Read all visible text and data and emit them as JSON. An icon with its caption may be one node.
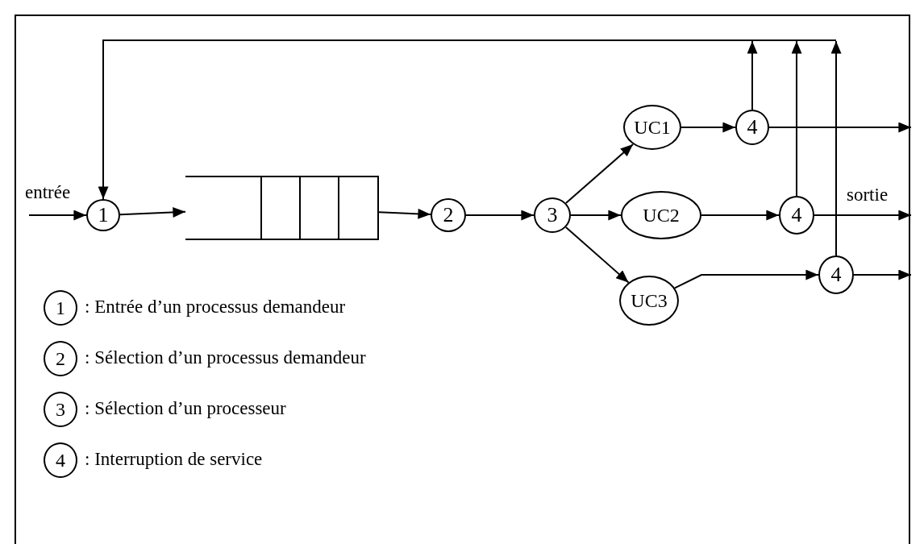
{
  "diagram": {
    "nodes": [
      {
        "text": [
          "1"
        ]
      },
      {
        "text": [],
        "shape": "box"
      },
      {
        "text": [
          "2"
        ]
      },
      {
        "text": [
          "3"
        ]
      },
      {
        "text": [
          "UC1"
        ]
      },
      {
        "text": [
          "UC2"
        ]
      },
      {
        "text": [
          "UC3"
        ]
      },
      {
        "text": [
          "4"
        ]
      },
      {
        "text": [
          "4"
        ]
      },
      {
        "text": [
          "4"
        ]
      },
      {
        "text": [
          "1"
        ],
        "beside": [
          ": Entrée d’un processus demandeur"
        ]
      },
      {
        "text": [
          "2"
        ],
        "beside": [
          ": Sélection d’un processus demandeur"
        ]
      },
      {
        "text": [
          "3"
        ],
        "beside": [
          ": Sélection d’un processeur"
        ]
      },
      {
        "text": [
          "4"
        ],
        "beside": [
          ": Interruption de service"
        ]
      }
    ],
    "edges": [
      {
        "from": null,
        "to": 0,
        "arrow": "to",
        "label": "entrée"
      },
      {
        "from": 0,
        "to": 1,
        "arrow": "to"
      },
      {
        "from": 1,
        "to": 2,
        "arrow": "to"
      },
      {
        "from": 2,
        "to": 3,
        "arrow": "to"
      },
      {
        "from": 3,
        "to": 4,
        "arrow": "to"
      },
      {
        "from": 3,
        "to": 5,
        "arrow": "to"
      },
      {
        "from": 3,
        "to": 6,
        "arrow": "to"
      },
      {
        "from": 4,
        "to": 7,
        "arrow": "to"
      },
      {
        "from": 5,
        "to": 8,
        "arrow": "to"
      },
      {
        "from": 6,
        "to": 9,
        "arrow": "to"
      },
      {
        "from": 7,
        "to": null,
        "arrow": "to"
      },
      {
        "from": 8,
        "to": null,
        "arrow": "to",
        "label": "sortie"
      },
      {
        "from": 9,
        "to": null,
        "arrow": "to"
      },
      {
        "from": 7,
        "to": 0,
        "arrow": "to"
      },
      {
        "from": 8,
        "to": 0,
        "arrow": "to"
      },
      {
        "from": 9,
        "to": 0,
        "arrow": "to"
      }
    ]
  }
}
